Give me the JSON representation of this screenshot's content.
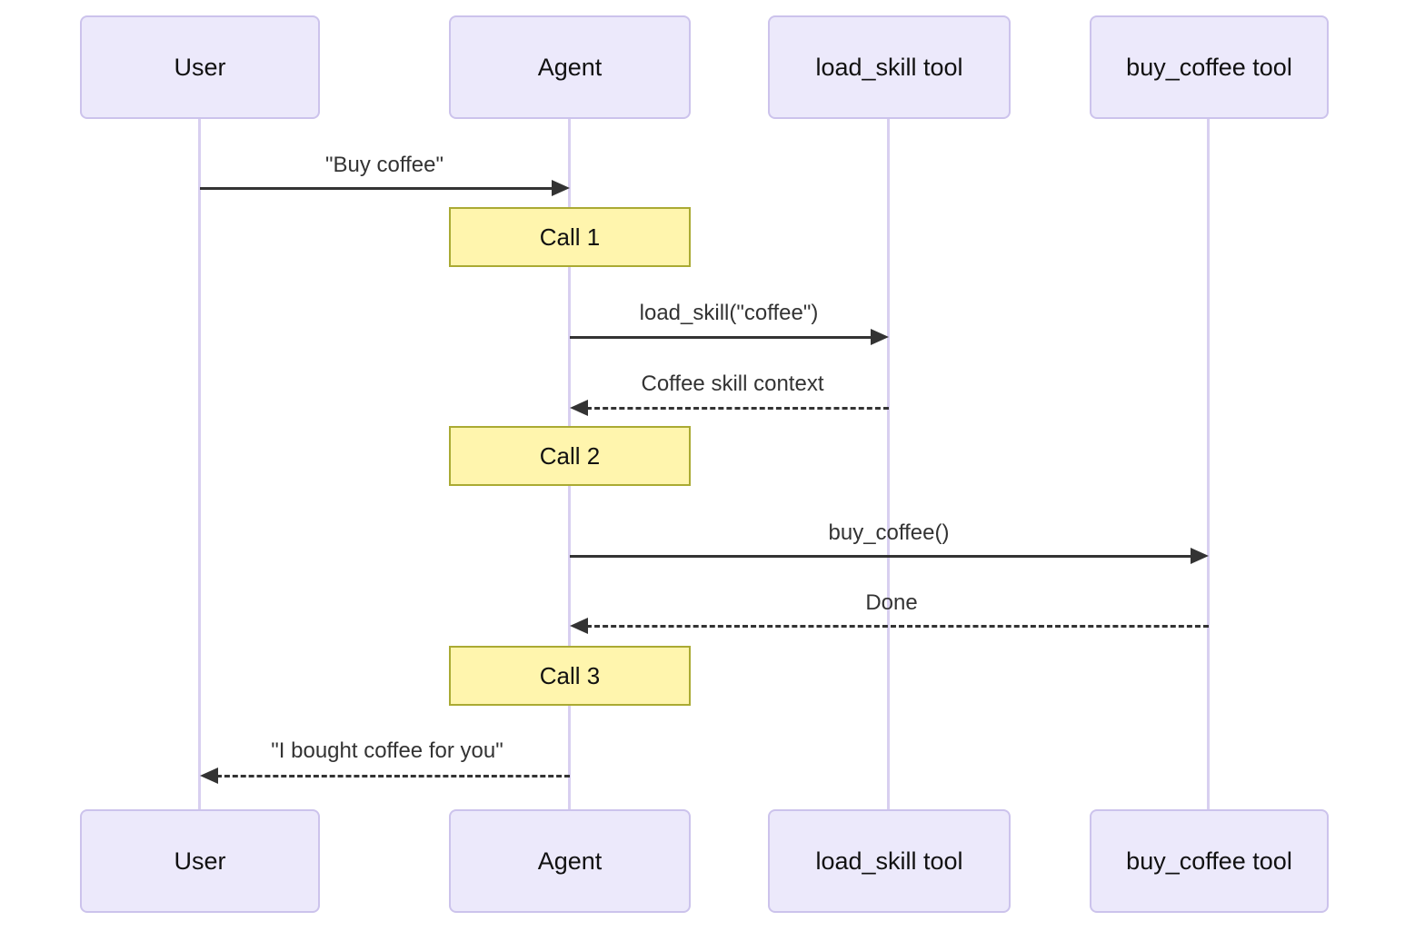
{
  "diagram_type": "sequence-diagram",
  "actors": [
    {
      "id": "user",
      "label": "User"
    },
    {
      "id": "agent",
      "label": "Agent"
    },
    {
      "id": "load-skill",
      "label": "load_skill tool"
    },
    {
      "id": "buy-coffee",
      "label": "buy_coffee tool"
    }
  ],
  "messages": [
    {
      "from": "User",
      "to": "Agent",
      "label": "\"Buy coffee\"",
      "style": "solid"
    },
    {
      "from": "Agent",
      "to": "load_skill tool",
      "label": "load_skill(\"coffee\")",
      "style": "solid"
    },
    {
      "from": "load_skill tool",
      "to": "Agent",
      "label": "Coffee skill context",
      "style": "dashed"
    },
    {
      "from": "Agent",
      "to": "buy_coffee tool",
      "label": "buy_coffee()",
      "style": "solid"
    },
    {
      "from": "buy_coffee tool",
      "to": "Agent",
      "label": "Done",
      "style": "dashed"
    },
    {
      "from": "Agent",
      "to": "User",
      "label": "\"I bought coffee for you\"",
      "style": "dashed"
    }
  ],
  "notes": [
    {
      "over": "Agent",
      "label": "Call 1"
    },
    {
      "over": "Agent",
      "label": "Call 2"
    },
    {
      "over": "Agent",
      "label": "Call 3"
    }
  ],
  "colors": {
    "actor_fill": "#ECE9FB",
    "actor_border": "#CCC3EC",
    "lifeline": "#D8CFF0",
    "note_fill": "#FFF5AD",
    "note_border": "#AAAA33",
    "arrow": "#333333",
    "text": "#333333"
  }
}
